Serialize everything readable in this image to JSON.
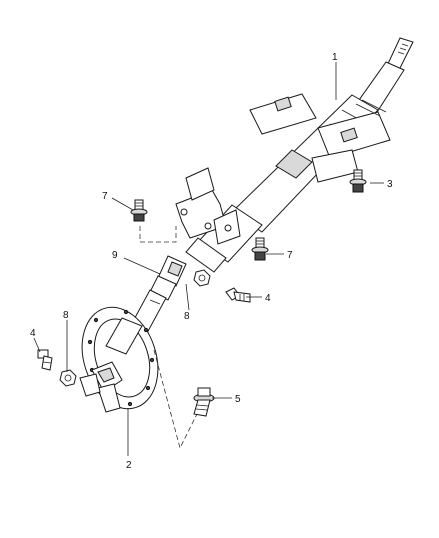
{
  "callouts": [
    {
      "id": "c1",
      "text": "1"
    },
    {
      "id": "c2",
      "text": "2"
    },
    {
      "id": "c3",
      "text": "3"
    },
    {
      "id": "c4a",
      "text": "4"
    },
    {
      "id": "c4b",
      "text": "4"
    },
    {
      "id": "c5",
      "text": "5"
    },
    {
      "id": "c7a",
      "text": "7"
    },
    {
      "id": "c7b",
      "text": "7"
    },
    {
      "id": "c8a",
      "text": "8"
    },
    {
      "id": "c8b",
      "text": "8"
    },
    {
      "id": "c9",
      "text": "9"
    }
  ]
}
